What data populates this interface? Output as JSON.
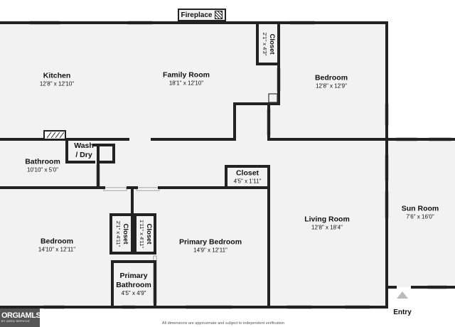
{
  "rooms": {
    "kitchen": {
      "name": "Kitchen",
      "dims": "12'8\" x 12'10\""
    },
    "family_room": {
      "name": "Family Room",
      "dims": "18'1\" x 12'10\""
    },
    "bedroom_ne": {
      "name": "Bedroom",
      "dims": "12'8\" x 12'9\""
    },
    "closet_top": {
      "name": "Closet",
      "dims": "2'1\" x 4'3\""
    },
    "wash_dry": {
      "line1": "Wash",
      "line2": "/ Dry"
    },
    "bathroom": {
      "name": "Bathroom",
      "dims": "10'10\" x 5'0\""
    },
    "closet_mid": {
      "name": "Closet",
      "dims": "4'5\" x 1'11\""
    },
    "living_room": {
      "name": "Living Room",
      "dims": "12'8\" x 18'4\""
    },
    "sun_room": {
      "name": "Sun Room",
      "dims": "7'6\" x 16'0\""
    },
    "bedroom_sw": {
      "name": "Bedroom",
      "dims": "14'10\" x 12'11\""
    },
    "closet_left": {
      "name": "Closet",
      "dims": "2'1\" x 4'11\""
    },
    "closet_right": {
      "name": "Closet",
      "dims": "1'11\" x 4'11\""
    },
    "primary_bedroom": {
      "name": "Primary Bedroom",
      "dims": "14'9\" x 12'11\""
    },
    "primary_bathroom": {
      "line1": "Primary",
      "line2": "Bathroom",
      "dims": "4'5\" x 4'9\""
    }
  },
  "fireplace": "Fireplace",
  "entry": "Entry",
  "footer_note": "All dimensions are approximate and subject to independent verification",
  "logo": {
    "big": "ORGIAMLS",
    "small": "BY AREA SERVICE"
  }
}
